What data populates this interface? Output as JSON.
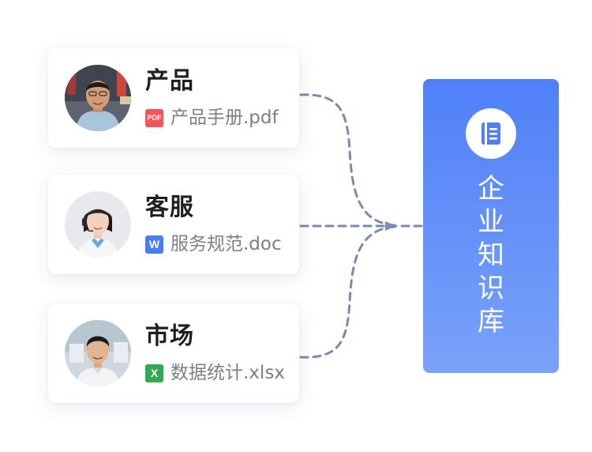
{
  "cards": [
    {
      "title": "产品",
      "file_type": "pdf",
      "file_badge": "PDF",
      "file_name": "产品手册.pdf",
      "file_color": "#f4555a"
    },
    {
      "title": "客服",
      "file_type": "doc",
      "file_badge": "W",
      "file_name": "服务规范.doc",
      "file_color": "#4a7cf4"
    },
    {
      "title": "市场",
      "file_type": "xlsx",
      "file_badge": "X",
      "file_name": "数据统计.xlsx",
      "file_color": "#34a853"
    }
  ],
  "knowledge_base": {
    "title_chars": [
      "企",
      "业",
      "知",
      "识",
      "库"
    ],
    "icon": "notebook-icon",
    "gradient": [
      "#4f80f8",
      "#7aa2f9"
    ]
  },
  "colors": {
    "connector": "#7b8ab0",
    "title_text": "#1f1f1f",
    "file_text": "#7a7f88"
  }
}
